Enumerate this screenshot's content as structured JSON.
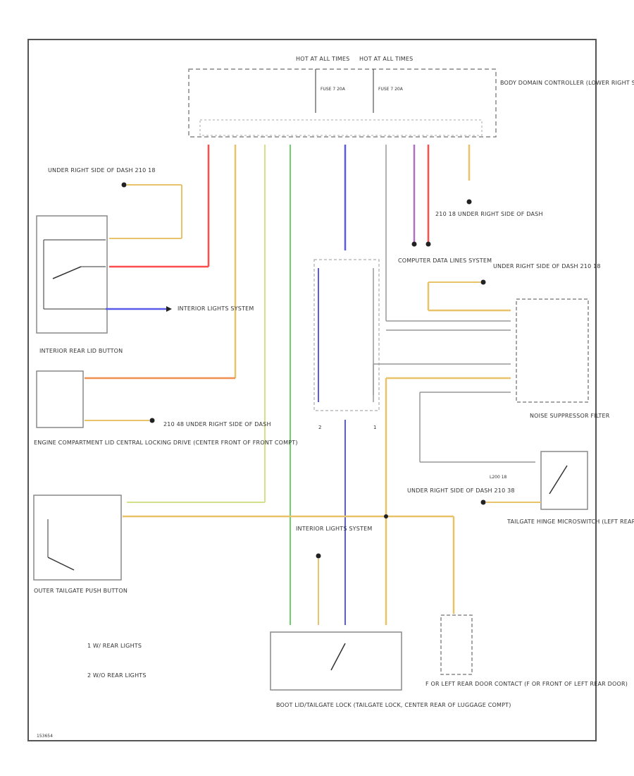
{
  "hot_at_1": "HOT AT ALL TIMES",
  "hot_at_2": "HOT AT ALL TIMES",
  "fuse_1": "FUSE 7 20A",
  "fuse_2": "FUSE 7 20A",
  "module_label": "BODY DOMAIN CONTROLLER (LOWER RIGHT SIDE OF DASH)",
  "ground_1": "UNDER RIGHT SIDE OF DASH 210 18",
  "ground_2": "210 18 UNDER RIGHT SIDE OF DASH",
  "computer_data": "COMPUTER DATA LINES SYSTEM",
  "ground_3": "UNDER RIGHT SIDE OF DASH 210 18",
  "interior_lights_1": "INTERIOR LIGHTS SYSTEM",
  "interior_rear_lid": "INTERIOR REAR LID BUTTON",
  "engine_compartment": "ENGINE COMPARTMENT LID CENTRAL LOCKING DRIVE (CENTER FRONT OF FRONT COMPT)",
  "ground_4": "210 48 UNDER RIGHT SIDE OF DASH",
  "noise_filter": "NOISE SUPPRESSOR FILTER",
  "ground_5": "UNDER RIGHT SIDE OF DASH 210 38",
  "splice": "L200 18",
  "tailgate_hinge": "TAILGATE HINGE MICROSWITCH (LEFT REAR OF ROOF)",
  "outer_tailgate": "OUTER TAILGATE PUSH BUTTON",
  "interior_lights_2": "INTERIOR LIGHTS SYSTEM",
  "boot_lid_lock": "BOOT LID/TAILGATE LOCK (TAILGATE LOCK, CENTER REAR OF LUGGAGE COMPT)",
  "door_contact": "F OR LEFT REAR DOOR CONTACT (F OR FRONT OF LEFT REAR DOOR)",
  "note_1": "1   W/ REAR LIGHTS",
  "note_2": "2   W/O REAR LIGHTS",
  "figure_id": "153654",
  "colors": {
    "red": "#ff4d4d",
    "yellow": "#e8c36a",
    "green": "#6ccf6c",
    "blue": "#5a5ae8",
    "gray": "#999999",
    "orange": "#f09050",
    "purple": "#b070c0",
    "lime": "#d4e08a"
  }
}
